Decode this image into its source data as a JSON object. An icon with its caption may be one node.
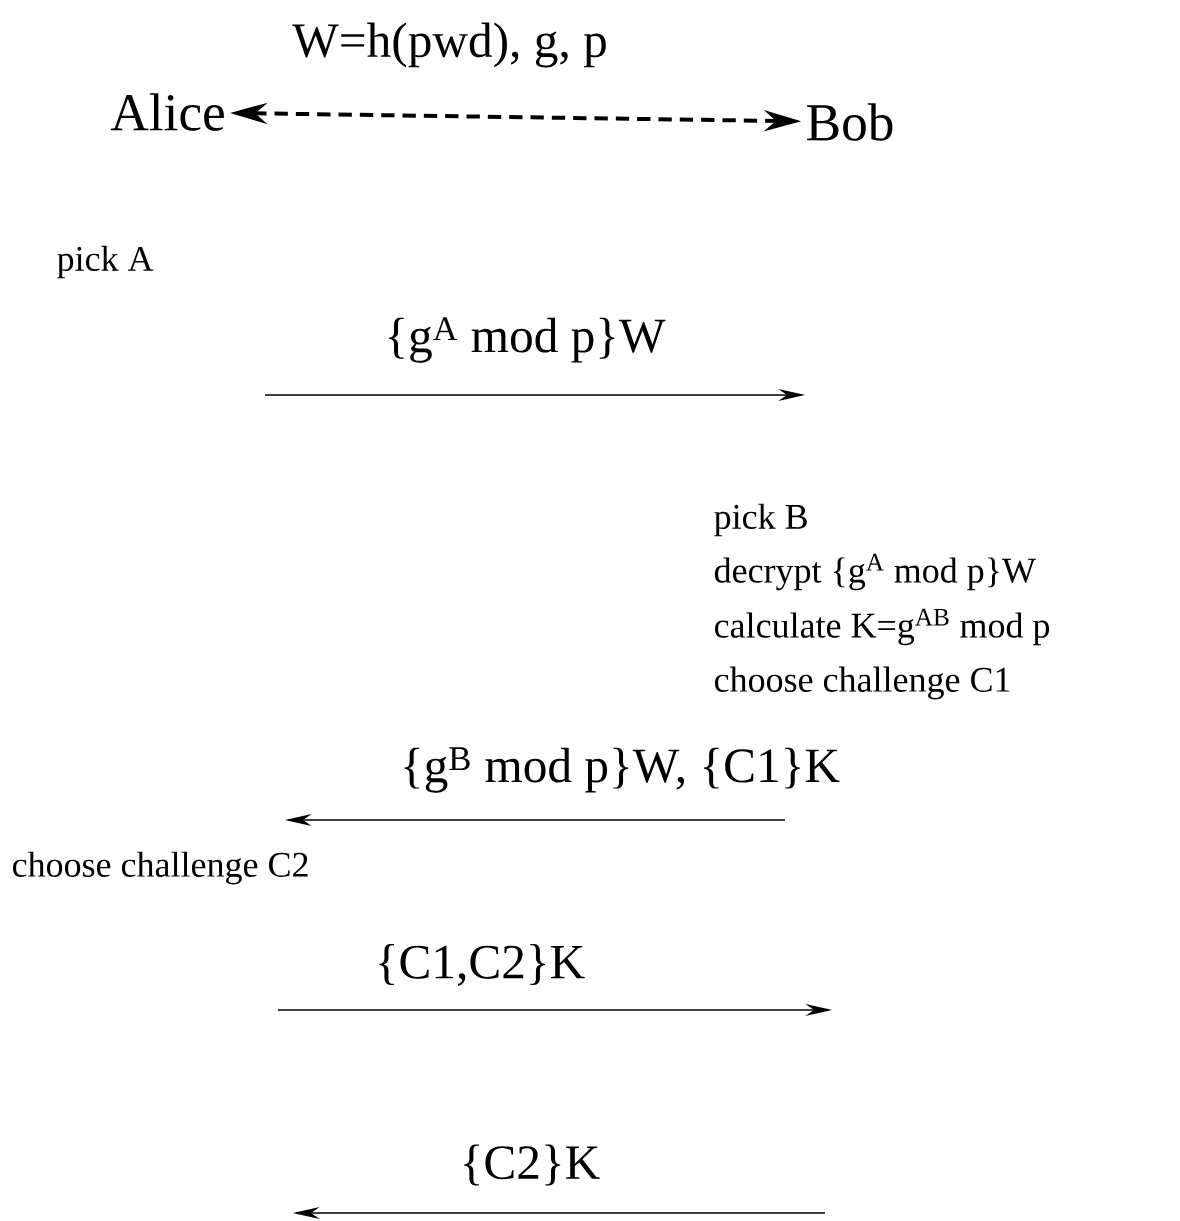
{
  "diagram": {
    "nodes": [
      {
        "text": [
          "Alice"
        ]
      },
      {
        "text": [
          "Bob"
        ]
      }
    ],
    "edges": [
      {
        "from": 0,
        "to": 1,
        "arrow": "both",
        "style": "dashed",
        "label": "W=h(pwd), g, p"
      }
    ],
    "labels": [
      "pick A",
      "{g$^{A}$ mod p}W",
      "pick B",
      "decrypt {g$^{A}$ mod p}W",
      "calculate K=g$^{AB}$ mod p",
      "choose challenge C1",
      "{g$^{B}$ mod p}W, {C1}K",
      "choose challenge C2",
      "{C1,C2}K",
      "{C2}K"
    ]
  }
}
